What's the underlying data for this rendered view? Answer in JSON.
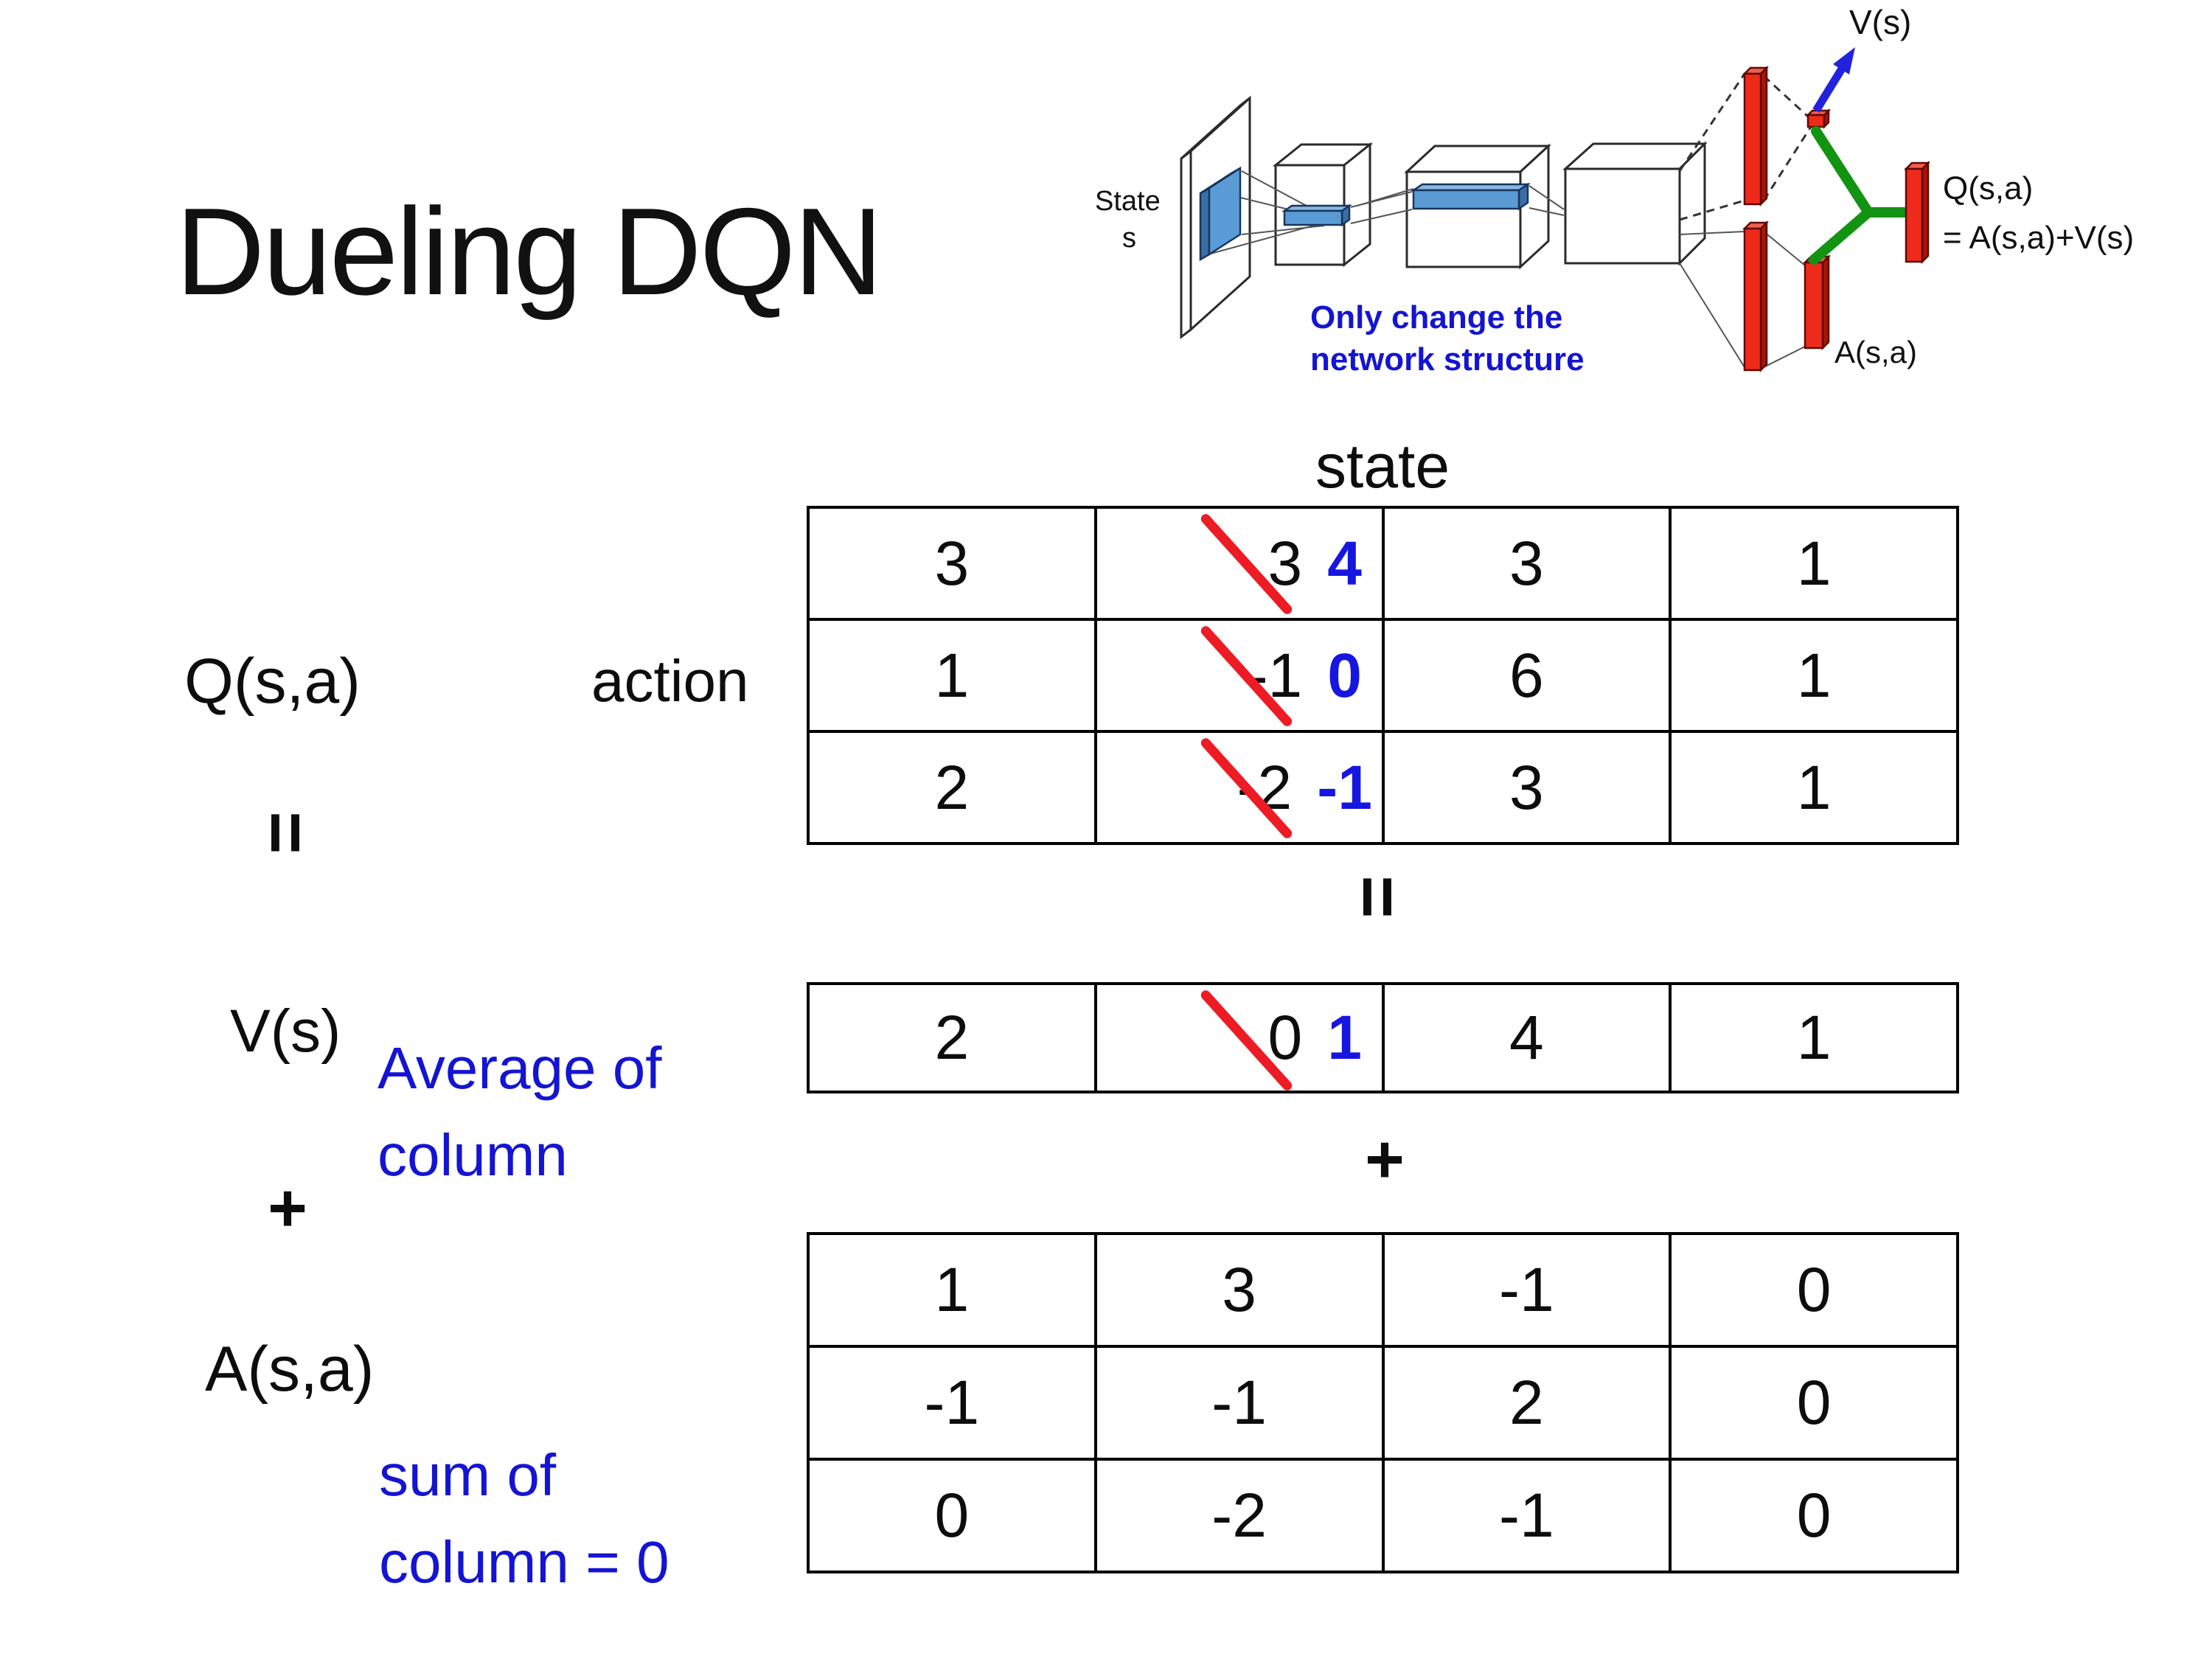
{
  "slide": {
    "title": "Dueling DQN"
  },
  "labels": {
    "q": "Q(s,a)",
    "v": "V(s)",
    "a": "A(s,a)",
    "equals": "=",
    "plus": "+",
    "state": "state",
    "action": "action"
  },
  "annotations": {
    "v_line1": "Average of",
    "v_line2": "column",
    "a_line1": "sum of",
    "a_line2": "column = 0"
  },
  "q_table": {
    "rows": [
      {
        "c1": "3",
        "old": "3",
        "new": "4",
        "c3": "3",
        "c4": "1"
      },
      {
        "c1": "1",
        "old": "-1",
        "new": "0",
        "c3": "6",
        "c4": "1"
      },
      {
        "c1": "2",
        "old": "-2",
        "new": "-1",
        "c3": "3",
        "c4": "1"
      }
    ]
  },
  "v_row": {
    "c1": "2",
    "old": "0",
    "new": "1",
    "c3": "4",
    "c4": "1"
  },
  "a_table": {
    "rows": [
      {
        "c1": "1",
        "c2": "3",
        "c3": "-1",
        "c4": "0"
      },
      {
        "c1": "-1",
        "c2": "-1",
        "c3": "2",
        "c4": "0"
      },
      {
        "c1": "0",
        "c2": "-2",
        "c3": "-1",
        "c4": "0"
      }
    ]
  },
  "diagram": {
    "input_label_line1": "State",
    "input_label_line2": "s",
    "note_line1": "Only change the",
    "note_line2": "network structure",
    "v_stream_label": "V(s)",
    "a_stream_label": "A(s,a)",
    "q_output_line1": "Q(s,a)",
    "q_output_line2": "= A(s,a)+V(s)"
  },
  "colors": {
    "strike_red": "#ed1c24",
    "highlight_blue": "#1616e0",
    "annotation_blue": "#1414d2",
    "diagram_red": "#ee2b1b",
    "diagram_green": "#129412",
    "diagram_blue": "#5b9bd5",
    "arrow_blue": "#2222dd"
  }
}
